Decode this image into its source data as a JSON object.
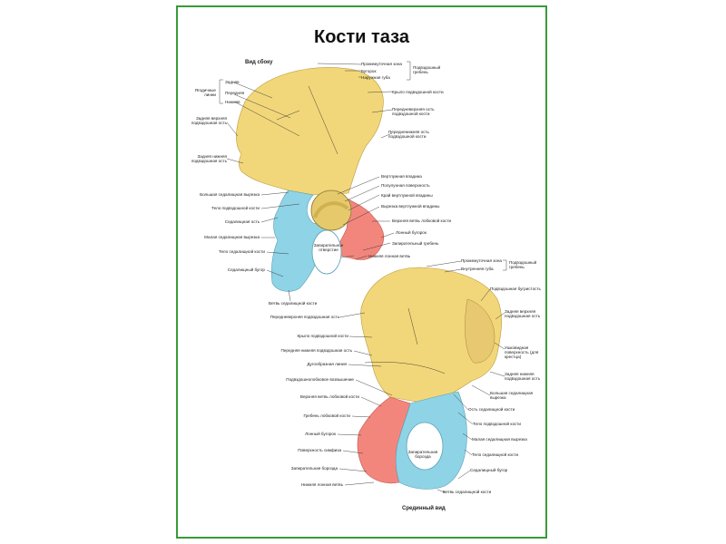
{
  "title": "Кости таза",
  "captions": {
    "outer_view": "Вид сбоку",
    "medial_view": "Срединный вид"
  },
  "colors": {
    "ilium": "#f2d77a",
    "ischium": "#8fd3e6",
    "pubis": "#f2867d",
    "frame": "#3a9a3a"
  },
  "outer_labels": {
    "intermediate_zone": "Промежуточная зона",
    "tubercle": "Бугорок",
    "outer_lip": "Наружная губа",
    "iliac_crest_group": "Подвздошный гребень",
    "gluteal_lines_group": "Ягодичные линии",
    "posterior": "Задняя",
    "anterior": "Передняя",
    "inferior": "Нижняя",
    "iliac_wing": "Крыло подвздошной кости",
    "asis": "Передневерхняя ость подвздошной кости",
    "psis": "Задняя верхняя подвздошная ость",
    "aiis": "Передненижняя ость подвздошной кости",
    "piis": "Задняя нижняя подвздошная ость",
    "acetabulum": "Вертлужная впадина",
    "lunate_surface": "Полулунная поверхность",
    "acetabular_margin": "Край вертлужной впадины",
    "acetabular_notch": "Вырезка вертлужной впадины",
    "greater_sciatic_notch": "Большая седалищная вырезка",
    "ilium_body": "Тело подвздошной кости",
    "ischial_spine": "Седалищная ость",
    "lesser_sciatic_notch": "Малая седалищная вырезка",
    "ischium_body": "Тело седалищной кости",
    "ischial_tuberosity": "Седалищный бугор",
    "superior_pubic_ramus": "Верхняя ветвь лобковой кости",
    "pubic_tubercle": "Лонный бугорок",
    "obturator_crest": "Запирательный гребень",
    "obturator_foramen": "Запирательное отверстие",
    "inferior_pubic_ramus": "Нижняя лонная ветвь",
    "ischial_ramus": "Ветвь седалищной кости"
  },
  "medial_labels": {
    "intermediate_zone": "Промежуточная зона",
    "inner_lip": "Внутренняя губа",
    "iliac_crest_group": "Подвздошный гребень",
    "iliac_tuberosity": "Подвздошная бугристость",
    "psis": "Задняя верхняя подвздошная ость",
    "asis": "Передневерхняя подвздошная ость",
    "iliac_wing": "Крыло подвздошной кости",
    "auricular_surface": "Ушковидная поверхность (для крестца)",
    "aiis": "Передняя нижняя подвздошная ость",
    "arcuate_line": "Дугообразная линия",
    "piis": "Задняя нижняя подвздошная ость",
    "iliopubic_eminence": "Подвздошнолобковое возвышение",
    "greater_sciatic_notch": "Большая седалищная вырезка",
    "superior_pubic_ramus": "Верхняя ветвь лобковой кости",
    "ischial_spine": "Ость седалищной кости",
    "pecten_pubis": "Гребень лобковой кости",
    "ilium_body": "Тело подвздошной кости",
    "pubic_tubercle": "Лонный бугорок",
    "lesser_sciatic_notch": "Малая седалищная вырезка",
    "symphyseal_surface": "Поверхность симфиза",
    "obturator_groove": "Запирательная борозда",
    "ischium_body": "Тело седалищной кости",
    "obturator_groove_2": "Запирательная борозда",
    "ischial_tuberosity": "Седалищный бугор",
    "inferior_pubic_ramus": "Нижняя лонная ветвь",
    "ischial_ramus": "Ветвь седалищной кости"
  }
}
